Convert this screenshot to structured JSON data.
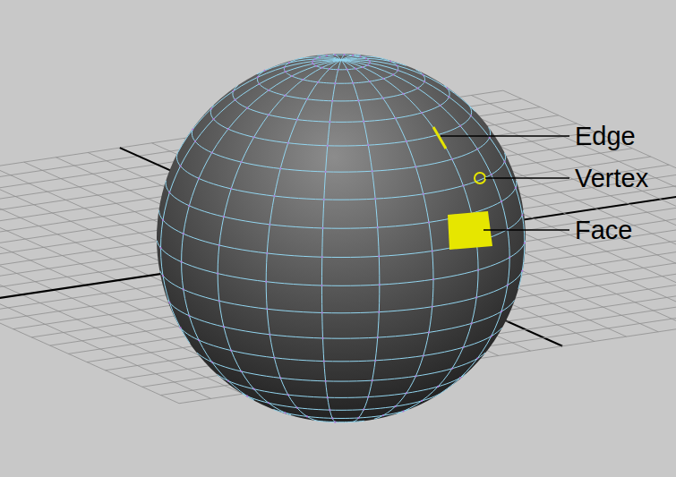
{
  "diagram": {
    "labels": [
      "Edge",
      "Vertex",
      "Face"
    ]
  }
}
